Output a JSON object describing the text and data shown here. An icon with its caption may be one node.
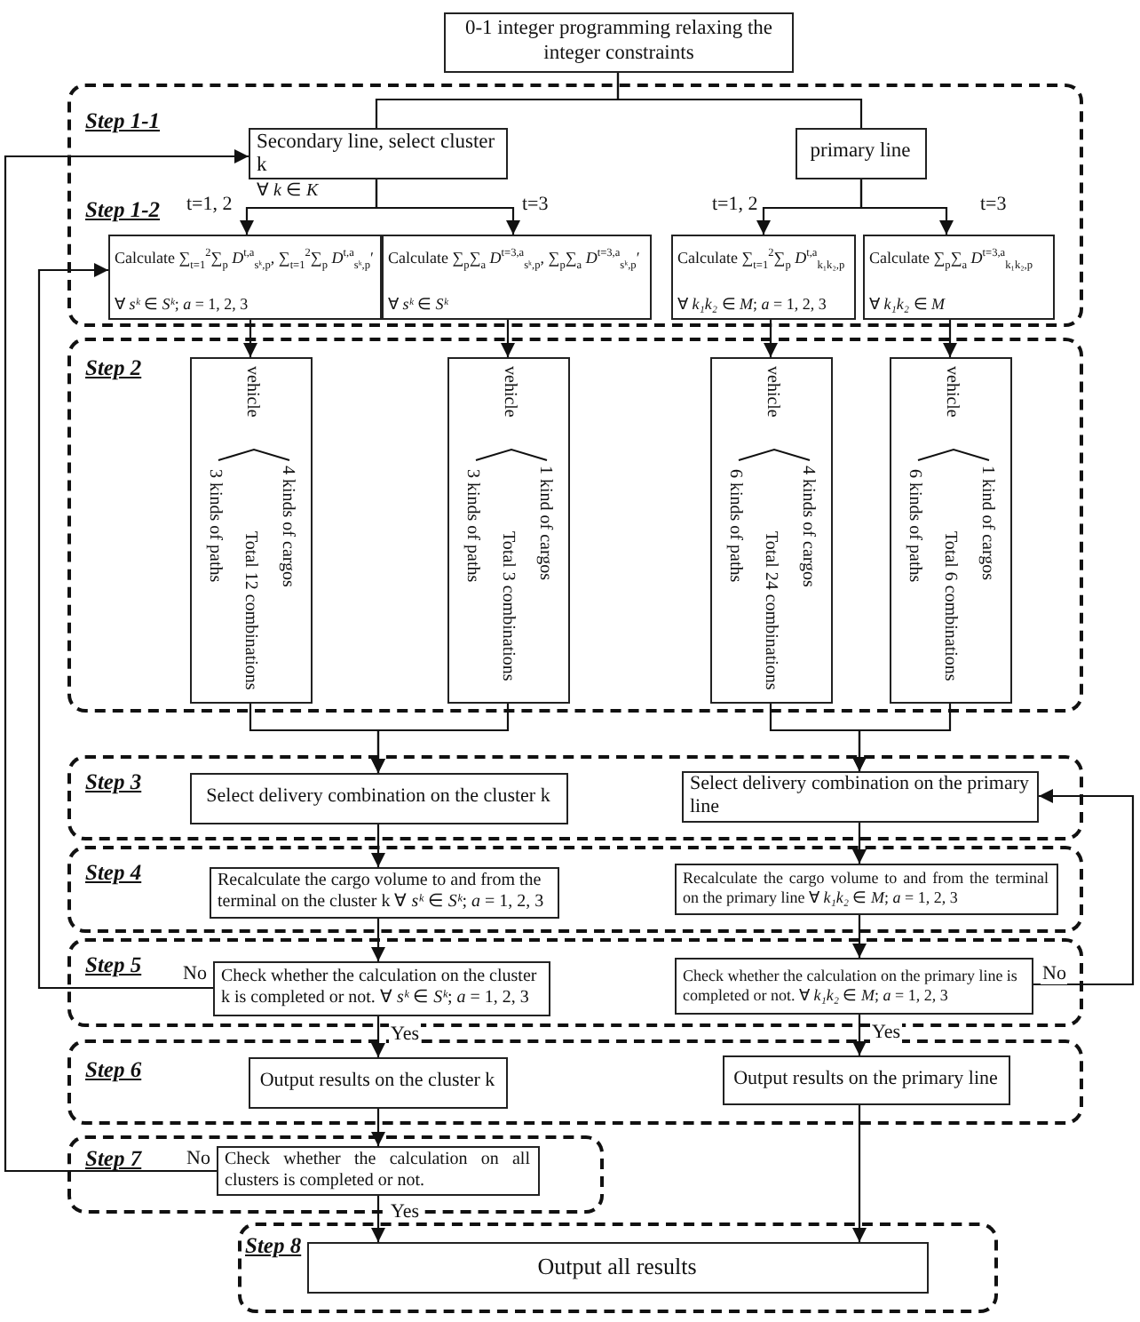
{
  "diagram": {
    "nodes": [
      {
        "text": [
          "0-1 integer programming relaxing the integer constraints"
        ]
      },
      {
        "text": [
          "Step 1-1",
          "Step 1-2"
        ]
      },
      {
        "text": [
          "Secondary line, select cluster k",
          "∀ *k* ∈ *K*"
        ],
        "in": 1
      },
      {
        "text": [
          "primary line"
        ],
        "in": 1
      },
      {
        "text": [
          "Calculate ∑$_{t=1}$$^{2}$∑$_{p}$ *D*$^{t,a}$$_{sᵏ,p}$,  ∑$_{t=1}$$^{2}$∑$_{p}$ *D*$^{t,a}$$_{sᵏ,p}$′",
          "∀ *sᵏ* ∈ *Sᵏ*;  *a* = 1, 2, 3"
        ],
        "in": 1
      },
      {
        "text": [
          "Calculate ∑$_{p}$∑$_{a}$ *D*$^{t=3,a}$$_{sᵏ,p}$, ∑$_{p}$∑$_{a}$ *D*$^{t=3,a}$$_{sᵏ,p}$′",
          "∀ *sᵏ* ∈ *Sᵏ*"
        ],
        "in": 1
      },
      {
        "text": [
          "Calculate ∑$_{t=1}$$^{2}$∑$_{p}$ *D*$^{t,a}$$_{k₁k₂,p}$",
          "∀ *k₁k₂* ∈ *M*;  *a* = 1, 2, 3"
        ],
        "in": 1
      },
      {
        "text": [
          "Calculate ∑$_{p}$∑$_{a}$ *D*$^{t=3,a}$$_{k₁k₂,p}$",
          "∀ *k₁k₂* ∈ *M*"
        ],
        "in": 1
      },
      {
        "text": [
          "Step 2"
        ]
      },
      {
        "text": [
          "vehicle",
          "3 kinds of paths",
          "4 kinds of cargos",
          "Total 12 combinations"
        ],
        "in": 8
      },
      {
        "text": [
          "vehicle",
          "3 kinds of paths",
          "1 kind of cargos",
          "Total 3 combinations"
        ],
        "in": 8
      },
      {
        "text": [
          "vehicle",
          "6 kinds of paths",
          "4 kinds of cargos",
          "Total 24 combinations"
        ],
        "in": 8
      },
      {
        "text": [
          "vehicle",
          "6 kinds of paths",
          "1 kind of cargos",
          "Total 6 combinations"
        ],
        "in": 8
      },
      {
        "text": [
          "Step 3"
        ]
      },
      {
        "text": [
          "Select delivery combination on the cluster k"
        ],
        "in": 13
      },
      {
        "text": [
          "Select delivery combination on the primary line"
        ],
        "in": 13
      },
      {
        "text": [
          "Step 4"
        ]
      },
      {
        "text": [
          "Recalculate the cargo volume to and from the terminal on the cluster k   ∀ *sᵏ* ∈ *Sᵏ*;  *a* = 1, 2, 3"
        ],
        "in": 16
      },
      {
        "text": [
          "Recalculate the cargo volume to and from the terminal on the primary line ∀ *k₁k₂* ∈ *M*;  *a* = 1, 2, 3"
        ],
        "in": 16
      },
      {
        "text": [
          "Step 5"
        ]
      },
      {
        "text": [
          "Check whether the calculation on the cluster k is completed or not.   ∀ *sᵏ* ∈ *Sᵏ*;  *a* = 1, 2, 3"
        ],
        "in": 19
      },
      {
        "text": [
          "Check whether the calculation on the primary line is completed or not. ∀ *k₁k₂* ∈ *M*;  *a* = 1, 2, 3"
        ],
        "in": 19
      },
      {
        "text": [
          "Step 6"
        ]
      },
      {
        "text": [
          "Output results on the cluster k"
        ],
        "in": 22
      },
      {
        "text": [
          "Output results on the primary line"
        ],
        "in": 22
      },
      {
        "text": [
          "Step 7"
        ]
      },
      {
        "text": [
          "Check whether the calculation on all clusters is completed or not."
        ],
        "in": 25
      },
      {
        "text": [
          "Step 8"
        ]
      },
      {
        "text": [
          "Output all results"
        ],
        "in": 27
      }
    ],
    "edges": [
      {
        "from": 0,
        "to": 2,
        "arrow": "none"
      },
      {
        "from": 0,
        "to": 3,
        "arrow": "none"
      },
      {
        "from": 2,
        "to": 4,
        "arrow": "to",
        "label": "t=1, 2"
      },
      {
        "from": 2,
        "to": 5,
        "arrow": "to",
        "label": "t=3"
      },
      {
        "from": 3,
        "to": 6,
        "arrow": "to",
        "label": "t=1, 2"
      },
      {
        "from": 3,
        "to": 7,
        "arrow": "to",
        "label": "t=3"
      },
      {
        "from": 4,
        "to": 9,
        "arrow": "to"
      },
      {
        "from": 5,
        "to": 10,
        "arrow": "to"
      },
      {
        "from": 6,
        "to": 11,
        "arrow": "to"
      },
      {
        "from": 7,
        "to": 12,
        "arrow": "to"
      },
      {
        "from": 9,
        "to": 14,
        "arrow": "to"
      },
      {
        "from": 10,
        "to": 14,
        "arrow": "to"
      },
      {
        "from": 11,
        "to": 15,
        "arrow": "to"
      },
      {
        "from": 12,
        "to": 15,
        "arrow": "to"
      },
      {
        "from": 14,
        "to": 17,
        "arrow": "to"
      },
      {
        "from": 15,
        "to": 18,
        "arrow": "to"
      },
      {
        "from": 17,
        "to": 20,
        "arrow": "to"
      },
      {
        "from": 18,
        "to": 21,
        "arrow": "to"
      },
      {
        "from": 20,
        "to": 23,
        "arrow": "to",
        "label": "Yes"
      },
      {
        "from": 21,
        "to": 24,
        "arrow": "to",
        "label": "Yes"
      },
      {
        "from": 20,
        "to": 4,
        "arrow": "to",
        "label": "No"
      },
      {
        "from": 21,
        "to": 15,
        "arrow": "to",
        "label": "No"
      },
      {
        "from": 23,
        "to": 26,
        "arrow": "to"
      },
      {
        "from": 26,
        "to": 28,
        "arrow": "to",
        "label": "Yes"
      },
      {
        "from": 24,
        "to": 28,
        "arrow": "to"
      },
      {
        "from": 26,
        "to": 2,
        "arrow": "to",
        "label": "No"
      }
    ]
  }
}
